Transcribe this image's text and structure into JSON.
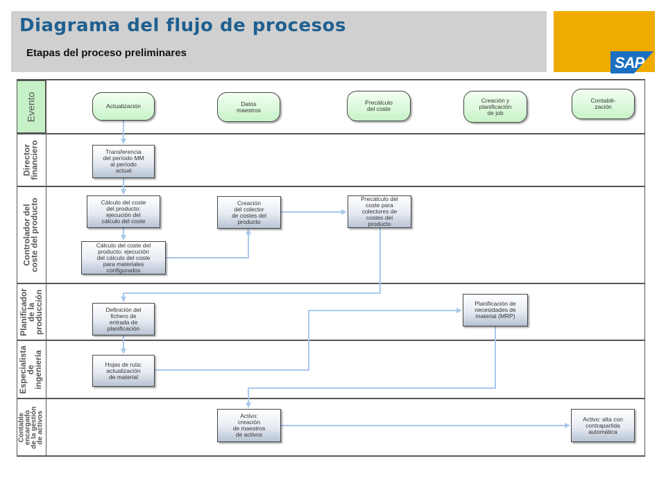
{
  "header": {
    "title": "Diagrama del flujo de procesos",
    "subtitle": "Etapas del proceso preliminares",
    "logo": "SAP"
  },
  "lanes": [
    {
      "id": "evento",
      "label": "Evento"
    },
    {
      "id": "director",
      "label": "Director\nfinanciero"
    },
    {
      "id": "controlador",
      "label": "Controlador del\ncoste del producto"
    },
    {
      "id": "planificador",
      "label": "Planificador\nde la\nproducción"
    },
    {
      "id": "especialista",
      "label": "Especialista\nde\ningeniería"
    },
    {
      "id": "contable",
      "label": "Contable\nencargado\nde la gestión\nde activos"
    }
  ],
  "nodes": {
    "ev_actualizacion": {
      "label": "Actualización"
    },
    "ev_datos": {
      "label": "Datos\nmaestros"
    },
    "ev_precalculo": {
      "label": "Precálculo\ndel coste"
    },
    "ev_creacion_job": {
      "label": "Creación y\nplanificación\nde job"
    },
    "ev_contabilizacion": {
      "label": "Contabili-\nzación"
    },
    "t_transferencia": {
      "label": "Transferencia\ndel período MM\nal período\nactual"
    },
    "t_calculo1": {
      "label": "Cálculo del coste\ndel producto:\nejecución del\ncálculo del coste"
    },
    "t_calculo2": {
      "label": "Cálculo del coste del\nproducto: ejecución\ndel cálculo del coste\npara materiales\nconfigurados"
    },
    "t_colector": {
      "label": "Creación\ndel colector\nde costes del\nproducto"
    },
    "t_precalculo_col": {
      "label": "Precálculo del\ncoste para\ncolectores de\ncostes del\nproducto"
    },
    "t_definicion": {
      "label": "Definición del\nfichero de\nentrada de\nplanificación"
    },
    "t_mrp": {
      "label": "Planificación de\nnecesidades de\nmaterial (MRP)"
    },
    "t_hojas": {
      "label": "Hojas de ruta:\nactualización\nde material"
    },
    "t_activo_maestros": {
      "label": "Activo:\ncreación\nde maestros\nde activos"
    },
    "t_activo_alta": {
      "label": "Activo: alta con\ncontrapartida\nautomática"
    }
  },
  "colors": {
    "title": "#1f5f8f",
    "header_bg": "#d0d0d0",
    "brand": "#f0ab00",
    "event_fill": "#c7f3c7",
    "connector": "#a8c8ec"
  }
}
